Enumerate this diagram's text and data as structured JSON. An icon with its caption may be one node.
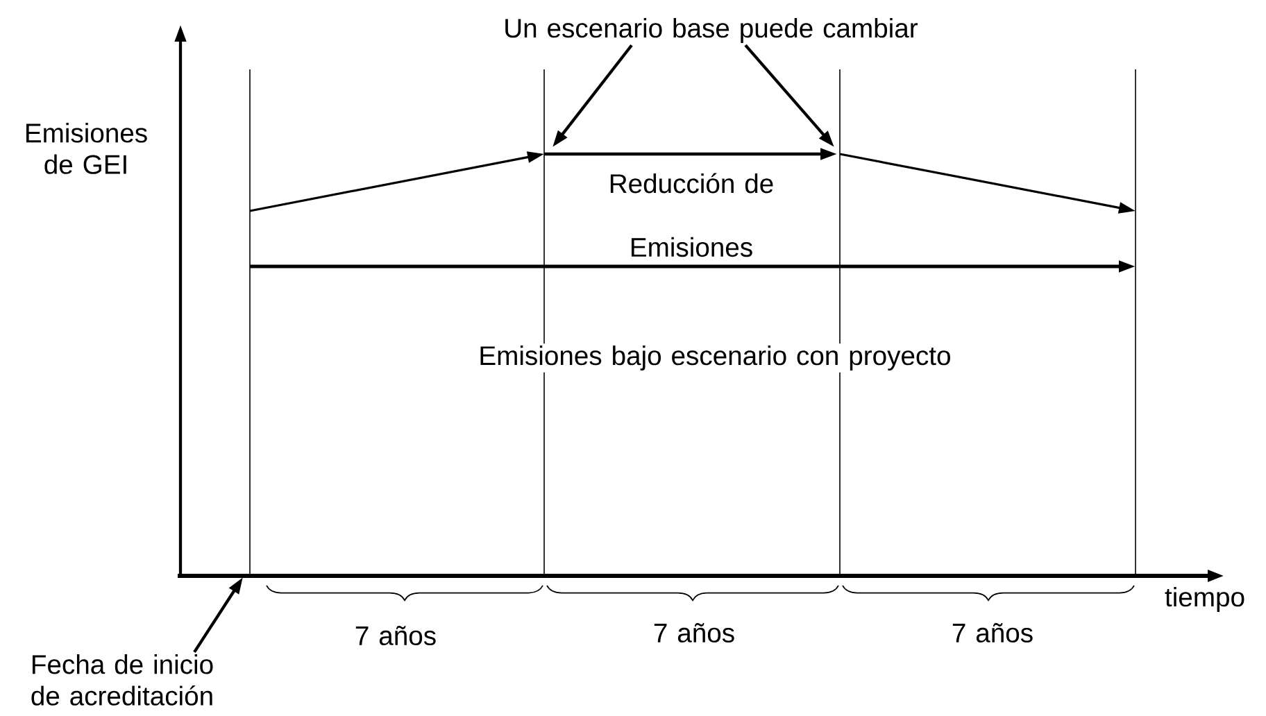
{
  "diagram": {
    "nodes": [
      {
        "text": [
          "Un escenario base puede cambiar"
        ]
      },
      {
        "text": [
          "Fecha de inicio de acreditación"
        ]
      }
    ],
    "edges": [
      {
        "from": 0,
        "to": null,
        "arrow": "to"
      },
      {
        "from": 0,
        "to": null,
        "arrow": "to"
      },
      {
        "from": 1,
        "to": null,
        "arrow": "to"
      }
    ],
    "labels": [
      "Emisiones de GEI",
      "Reducción de",
      "Emisiones",
      "Emisiones bajo escenario con proyecto",
      "tiempo",
      "7 años",
      "7 años",
      "7 años"
    ]
  }
}
